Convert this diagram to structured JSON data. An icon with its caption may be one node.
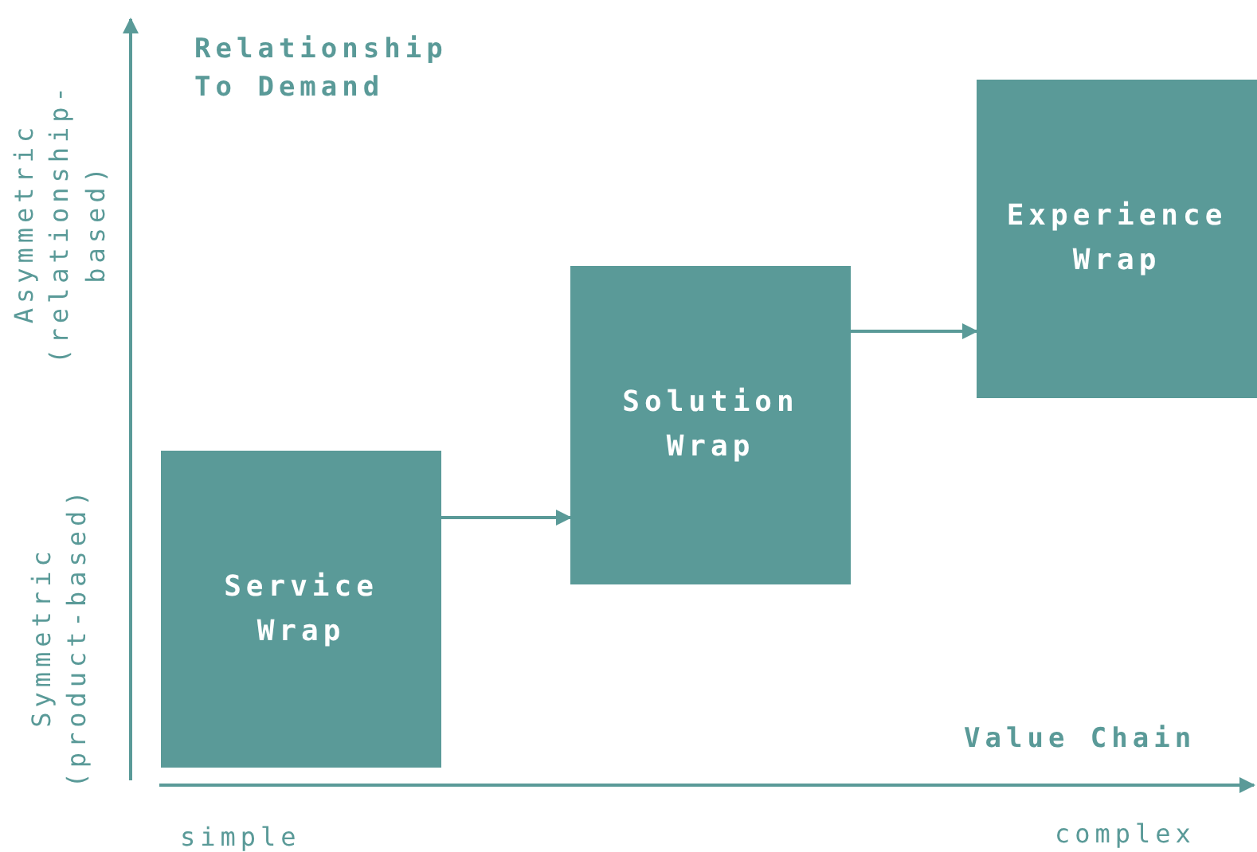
{
  "diagram": {
    "nodes": [
      {
        "text": [
          "Service Wrap"
        ]
      },
      {
        "text": [
          "Solution Wrap"
        ]
      },
      {
        "text": [
          "Experience Wrap"
        ]
      }
    ],
    "edges": [
      {
        "from": 0,
        "to": 1,
        "arrow": "to"
      },
      {
        "from": 1,
        "to": 2,
        "arrow": "to"
      }
    ],
    "labels": [
      "Relationship To Demand",
      "Asymmetric (relationship-based)",
      "Symmetric (product-based)",
      "Value Chain",
      "simple",
      "complex"
    ]
  }
}
